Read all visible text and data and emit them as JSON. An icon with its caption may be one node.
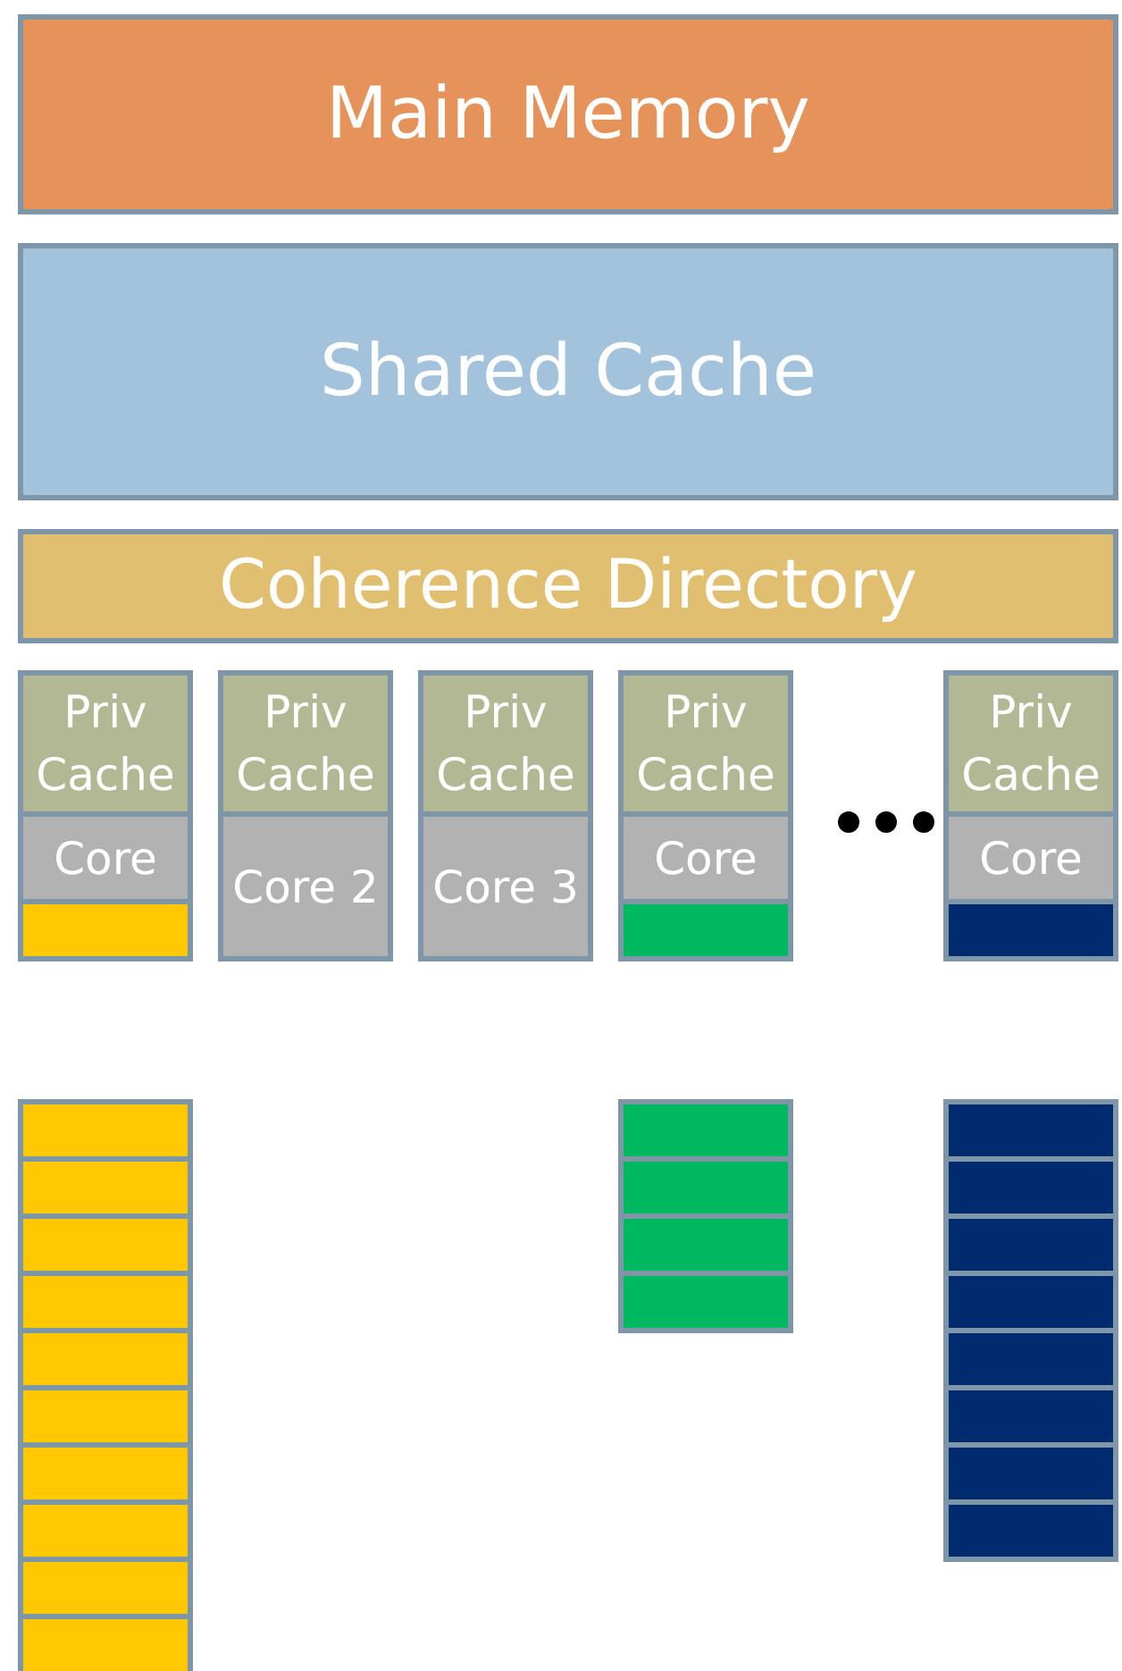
{
  "diagram": {
    "nodes": [
      {
        "text": [
          "Main Memory"
        ]
      },
      {
        "text": [
          "Shared Cache"
        ]
      },
      {
        "text": [
          "Coherence Directory"
        ]
      },
      {
        "text": [
          "Priv Cache"
        ]
      },
      {
        "text": [
          "Core"
        ]
      },
      {
        "text": [
          "Priv Cache"
        ]
      },
      {
        "text": [
          "Core 2"
        ]
      },
      {
        "text": [
          "Priv Cache"
        ]
      },
      {
        "text": [
          "Core 3"
        ]
      },
      {
        "text": [
          "Priv Cache"
        ]
      },
      {
        "text": [
          "Core"
        ]
      },
      {
        "text": [
          "Priv Cache"
        ]
      },
      {
        "text": [
          "Core"
        ]
      }
    ]
  }
}
